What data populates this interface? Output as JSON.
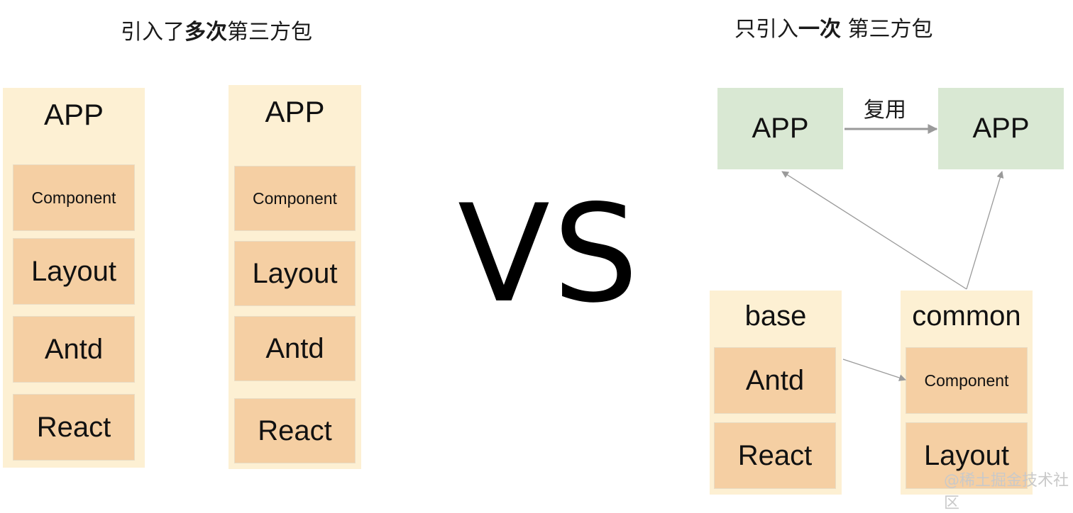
{
  "left_title": {
    "pre": "引入了",
    "bold": "多次",
    "post": "第三方包"
  },
  "right_title": {
    "pre": "只引入",
    "bold": "一次",
    "post": " 第三方包"
  },
  "vs": "VS",
  "stack1": {
    "head": "APP",
    "items": [
      "Component",
      "Layout",
      "Antd",
      "React"
    ]
  },
  "stack2": {
    "head": "APP",
    "items": [
      "Component",
      "Layout",
      "Antd",
      "React"
    ]
  },
  "right": {
    "app_left": "APP",
    "app_right": "APP",
    "reuse_label": "复用",
    "base": {
      "head": "base",
      "items": [
        "Antd",
        "React"
      ]
    },
    "common": {
      "head": "common",
      "items": [
        "Component",
        "Layout"
      ]
    }
  },
  "watermark": "@稀土掘金技术社区",
  "colors": {
    "column_bg": "#fdf0d3",
    "box_bg": "#f5cfa3",
    "app_green": "#d9e8d3",
    "arrow": "#9a9a9a"
  }
}
